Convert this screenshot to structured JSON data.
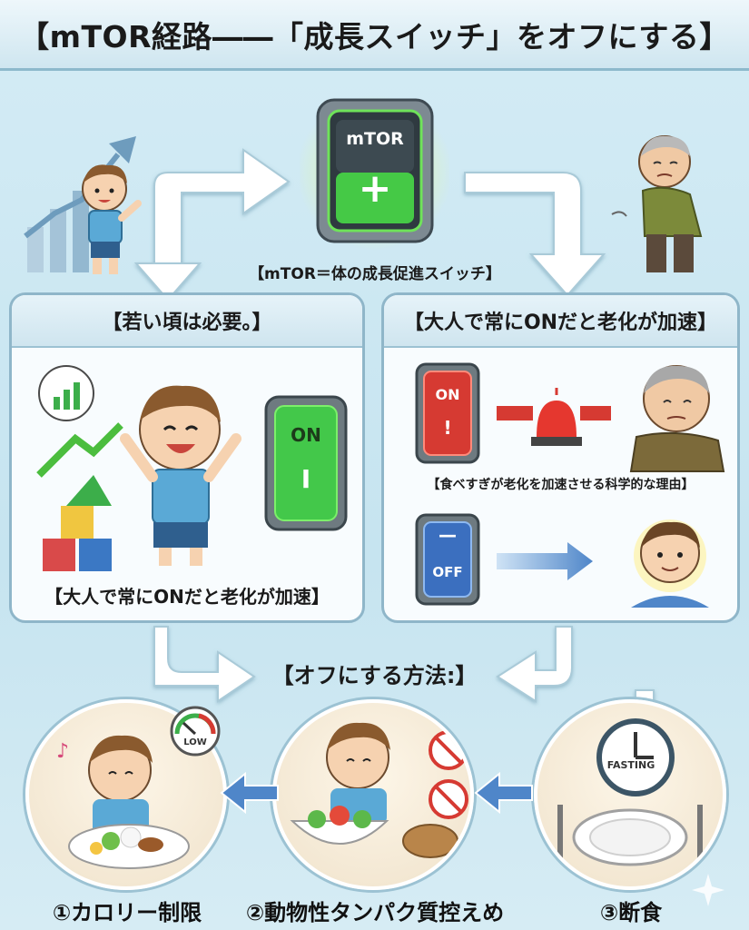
{
  "title": "【mTOR経路――「成長スイッチ」をオフにする】",
  "center_switch": {
    "label": "mTOR",
    "symbol": "+",
    "caption": "【mTOR＝体の成長促進スイッチ】"
  },
  "left_panel": {
    "heading": "【若い頃は必要。】",
    "switch_label": "ON",
    "switch_symbol": "I",
    "footer": "【大人で常にONだと老化が加速】"
  },
  "right_panel": {
    "heading": "【大人で常にONだと老化が加速】",
    "on_switch_label": "ON",
    "on_switch_symbol": "!",
    "caption": "【食べすぎが老化を加速させる科学的な理由】",
    "off_switch_label": "OFF",
    "off_switch_symbol": "—"
  },
  "methods_heading": "【オフにする方法:】",
  "methods": [
    {
      "label": "①カロリー制限",
      "badge": "LOW"
    },
    {
      "label": "②動物性タンパク質控えめ"
    },
    {
      "label": "③断食",
      "badge": "FASTING"
    }
  ],
  "colors": {
    "switch_green": "#4cc94a",
    "switch_red": "#d63a32",
    "switch_blue": "#3b6fbf",
    "arrow_white": "#ffffff",
    "arrow_blue": "#4f86c9",
    "panel_border": "#8fb6c9"
  }
}
